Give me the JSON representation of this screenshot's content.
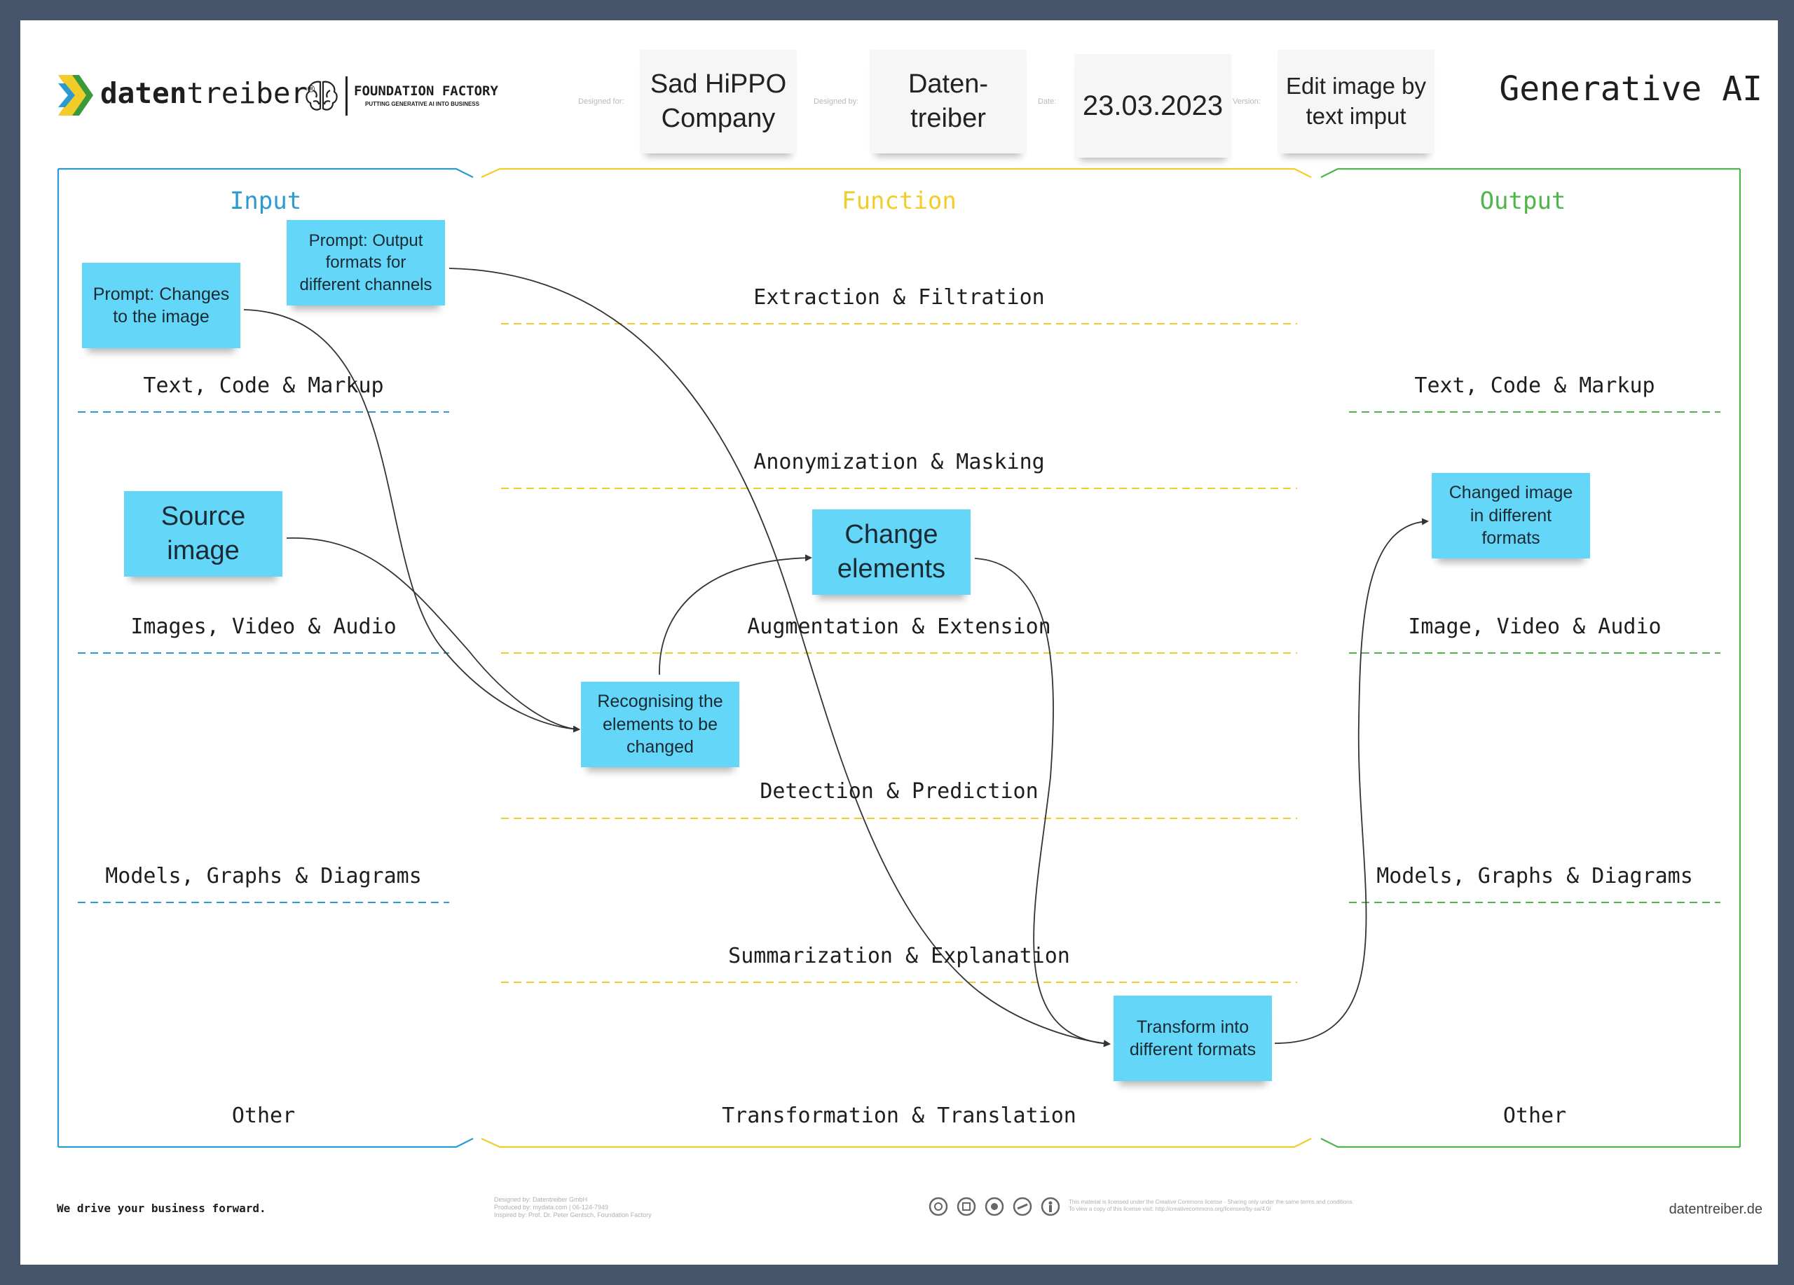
{
  "header": {
    "brand_left": "daten",
    "brand_right": "treiber",
    "brand_mark": "®",
    "partner_line1": "FOUNDATION FACTORY",
    "partner_line2": "PUTTING GENERATIVE AI INTO BUSINESS",
    "designed_for_label": "Designed for:",
    "designed_for_value": "Sad HiPPO\nCompany",
    "designed_by_label": "Designed by:",
    "designed_by_value": "Daten-\ntreiber",
    "date_label": "Date:",
    "date_value": "23.03.2023",
    "version_label": "Version:",
    "version_value": "Edit image by\ntext imput",
    "canvas_title": "Generative AI"
  },
  "columns": {
    "input": {
      "title": "Input",
      "color": "#2b9ad0"
    },
    "function": {
      "title": "Function",
      "color": "#f2cc2b"
    },
    "output": {
      "title": "Output",
      "color": "#4fb54a"
    }
  },
  "input_rows": [
    "Text, Code & Markup",
    "Images, Video & Audio",
    "Models, Graphs & Diagrams",
    "Other"
  ],
  "function_rows": [
    "Extraction & Filtration",
    "Anonymization & Masking",
    "Augmentation & Extension",
    "Detection & Prediction",
    "Summarization & Explanation",
    "Transformation & Translation"
  ],
  "output_rows": [
    "Text, Code & Markup",
    "Image, Video & Audio",
    "Models, Graphs & Diagrams",
    "Other"
  ],
  "notes": {
    "prompt_changes": "Prompt: Changes\nto the image",
    "prompt_output": "Prompt: Output\nformats for\ndifferent channels",
    "source_image": "Source\nimage",
    "recognising": "Recognising the\nelements to be\nchanged",
    "change_elements": "Change\nelements",
    "transform": "Transform into\ndifferent formats",
    "changed_image": "Changed image\nin different\nformats"
  },
  "footer": {
    "slogan": "We drive your business forward.",
    "credits": "Designed by: Datentreiber GmbH\nProduced by: mydata.com | 06-124-7949\nInspired by: Prof. Dr. Peter Gentsch, Foundation Factory",
    "license": "This material is licensed under the Creative Commons license - Sharing only under the same terms and conditions.\nTo view a copy of this license visit: http://creativecommons.org/licenses/by-sa/4.0/",
    "website": "datentreiber.de"
  }
}
